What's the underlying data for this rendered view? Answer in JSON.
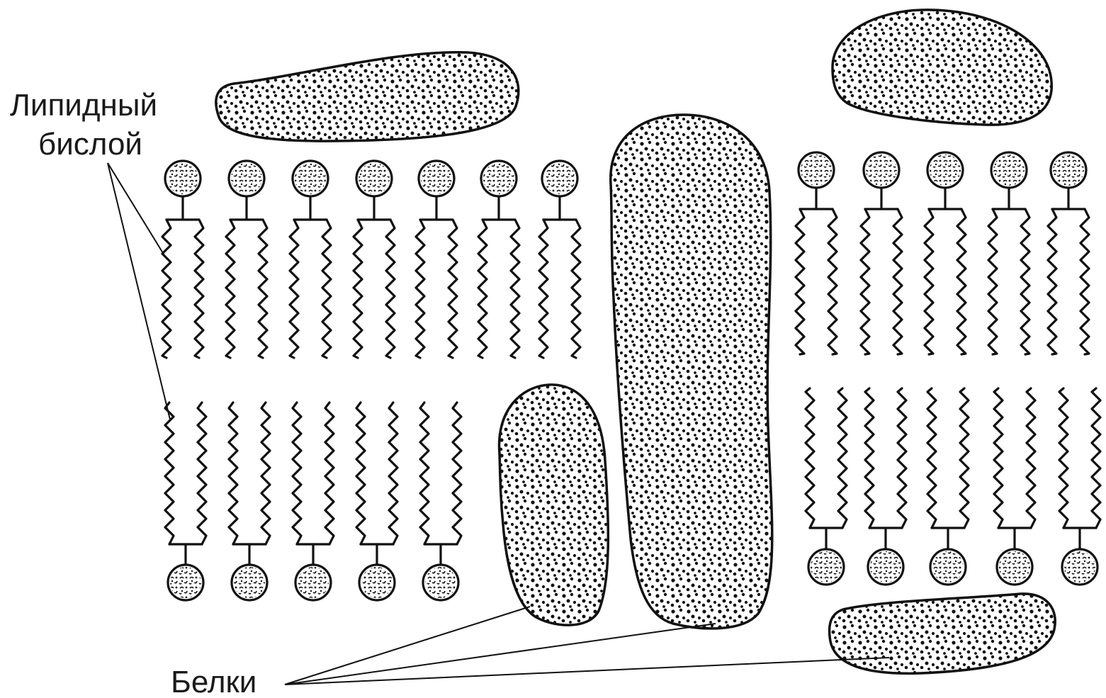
{
  "labels": {
    "lipid_bilayer_line1": "Липидный",
    "lipid_bilayer_line2": "бислой",
    "proteins": "Белки"
  },
  "colors": {
    "ink": "#111111",
    "background": "#ffffff"
  }
}
